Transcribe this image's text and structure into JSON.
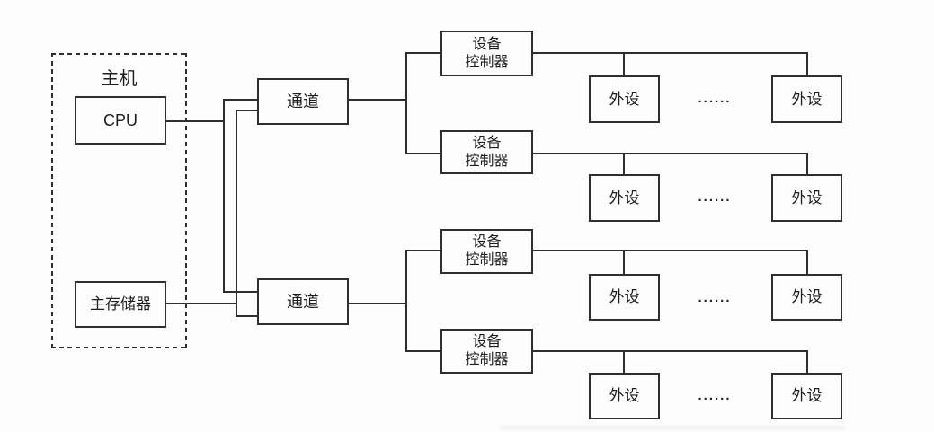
{
  "labels": {
    "host": "主机",
    "cpu": "CPU",
    "main_memory": "主存储器",
    "channel": "通道",
    "device_controller_line1": "设备",
    "device_controller_line2": "控制器",
    "peripheral": "外设",
    "ellipsis": "......"
  },
  "colors": {
    "line": "#2f2f2f",
    "text": "#1e1e1e",
    "background": "#fdfdfd"
  },
  "topology": {
    "hosts": 1,
    "channels": 2,
    "device_controllers": 4,
    "peripherals_shown": 8,
    "host_contains": [
      "CPU",
      "主存储器"
    ]
  }
}
